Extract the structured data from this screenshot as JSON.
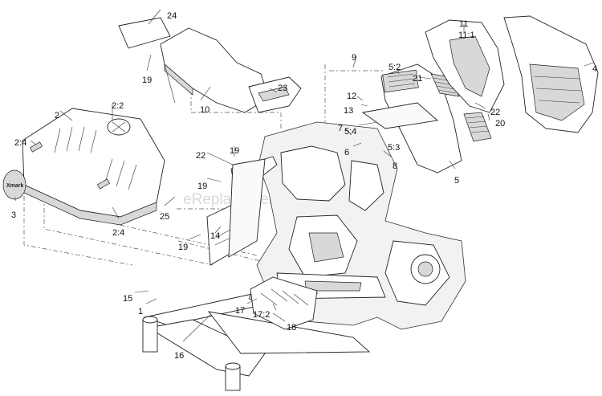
{
  "watermark": "eReplacementParts.com",
  "decal_text": "Xmark",
  "callouts": [
    {
      "id": "c-24",
      "text": "24"
    },
    {
      "id": "c-19a",
      "text": "19"
    },
    {
      "id": "c-10",
      "text": "10"
    },
    {
      "id": "c-23",
      "text": "23"
    },
    {
      "id": "c-2",
      "text": "2"
    },
    {
      "id": "c-2-2",
      "text": "2:2"
    },
    {
      "id": "c-2-4a",
      "text": "2:4"
    },
    {
      "id": "c-3",
      "text": "3"
    },
    {
      "id": "c-2-4b",
      "text": "2:4"
    },
    {
      "id": "c-25",
      "text": "25"
    },
    {
      "id": "c-22a",
      "text": "22"
    },
    {
      "id": "c-19b",
      "text": "19"
    },
    {
      "id": "c-19c",
      "text": "19"
    },
    {
      "id": "c-19d",
      "text": "19"
    },
    {
      "id": "c-14",
      "text": "14"
    },
    {
      "id": "c-9",
      "text": "9"
    },
    {
      "id": "c-5-2",
      "text": "5:2"
    },
    {
      "id": "c-12",
      "text": "12"
    },
    {
      "id": "c-13",
      "text": "13"
    },
    {
      "id": "c-21",
      "text": "21"
    },
    {
      "id": "c-11",
      "text": "11"
    },
    {
      "id": "c-11-1",
      "text": "11:1"
    },
    {
      "id": "c-4",
      "text": "4"
    },
    {
      "id": "c-22b",
      "text": "22"
    },
    {
      "id": "c-20",
      "text": "20"
    },
    {
      "id": "c-7",
      "text": "7"
    },
    {
      "id": "c-5-4",
      "text": "5:4"
    },
    {
      "id": "c-6",
      "text": "6"
    },
    {
      "id": "c-5-3",
      "text": "5:3"
    },
    {
      "id": "c-8",
      "text": "8"
    },
    {
      "id": "c-5",
      "text": "5"
    },
    {
      "id": "c-15",
      "text": "15"
    },
    {
      "id": "c-1",
      "text": "1"
    },
    {
      "id": "c-17",
      "text": "17"
    },
    {
      "id": "c-17-2",
      "text": "17:2"
    },
    {
      "id": "c-18",
      "text": "18"
    },
    {
      "id": "c-16",
      "text": "16"
    }
  ]
}
